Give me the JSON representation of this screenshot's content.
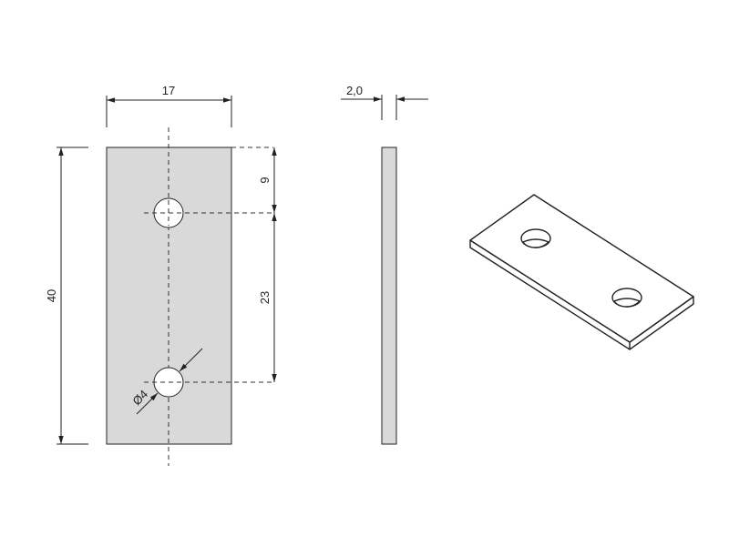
{
  "drawing": {
    "dimensions": {
      "width": "17",
      "height": "40",
      "top_to_hole": "9",
      "hole_spacing": "23",
      "hole_diameter": "Ø4",
      "thickness": "2,0"
    },
    "colors": {
      "part_fill": "#d9d9d9",
      "line": "#222222"
    }
  }
}
